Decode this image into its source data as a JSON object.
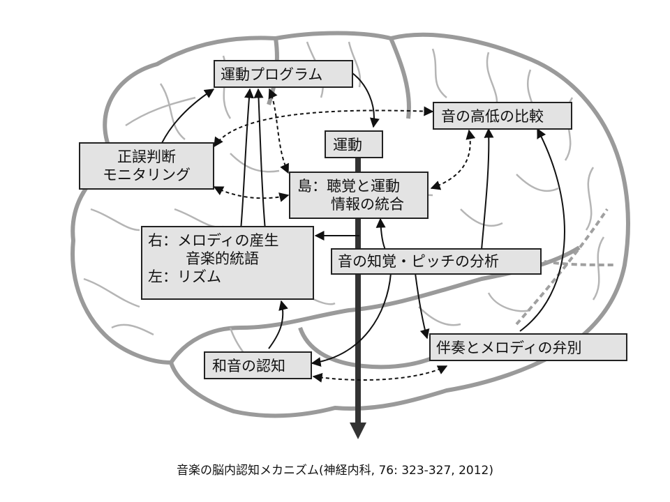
{
  "diagram": {
    "boxes": {
      "motor_program": "運動プログラム",
      "pitch_comparison": "音の高低の比較",
      "motor": "運動",
      "error_monitoring": [
        "正誤判断",
        "モニタリング"
      ],
      "insula": [
        "島：聴覚と運動",
        "情報の統合"
      ],
      "melody": [
        "右：メロディの産生",
        "音楽的統語",
        "左：リズム"
      ],
      "pitch_perception": "音の知覚・ピッチの分析",
      "accompaniment": "伴奏とメロディの弁別",
      "chord": "和音の認知"
    }
  },
  "caption": {
    "text": "音楽の脳内認知メカニズム(神経内科, 76: 323-327, 2012)"
  }
}
